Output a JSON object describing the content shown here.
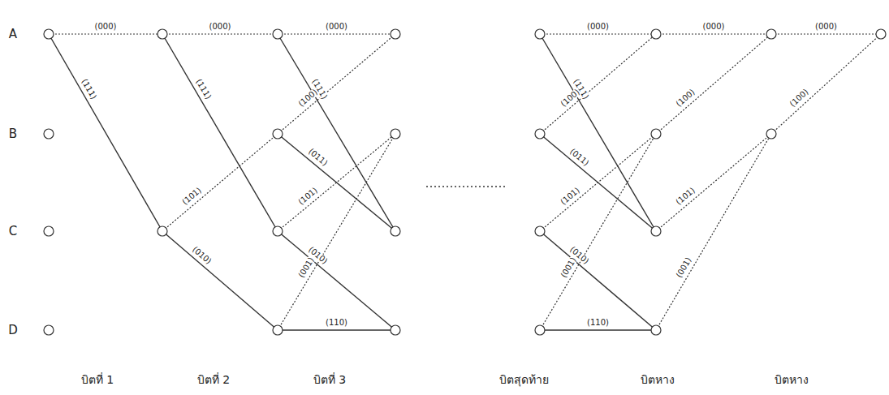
{
  "diagram": {
    "labels": [
      "A",
      "B",
      "C",
      "D",
      "(000)",
      "(111)",
      "(000)",
      "(111)",
      "(101)",
      "(010)",
      "(000)",
      "(111)",
      "(100)",
      "(011)",
      "(101)",
      "(010)",
      "(001)",
      "(110)",
      "(000)",
      "(111)",
      "(100)",
      "(011)",
      "(101)",
      "(010)",
      "(001)",
      "(110)",
      "(000)",
      "(100)",
      "(101)",
      "(001)",
      "(000)",
      "(100)",
      "บิตที่ 1",
      "บิตที่ 2",
      "บิตที่ 3",
      "บิตสุดท้าย",
      "บิตหาง",
      "บิตหาง"
    ]
  }
}
